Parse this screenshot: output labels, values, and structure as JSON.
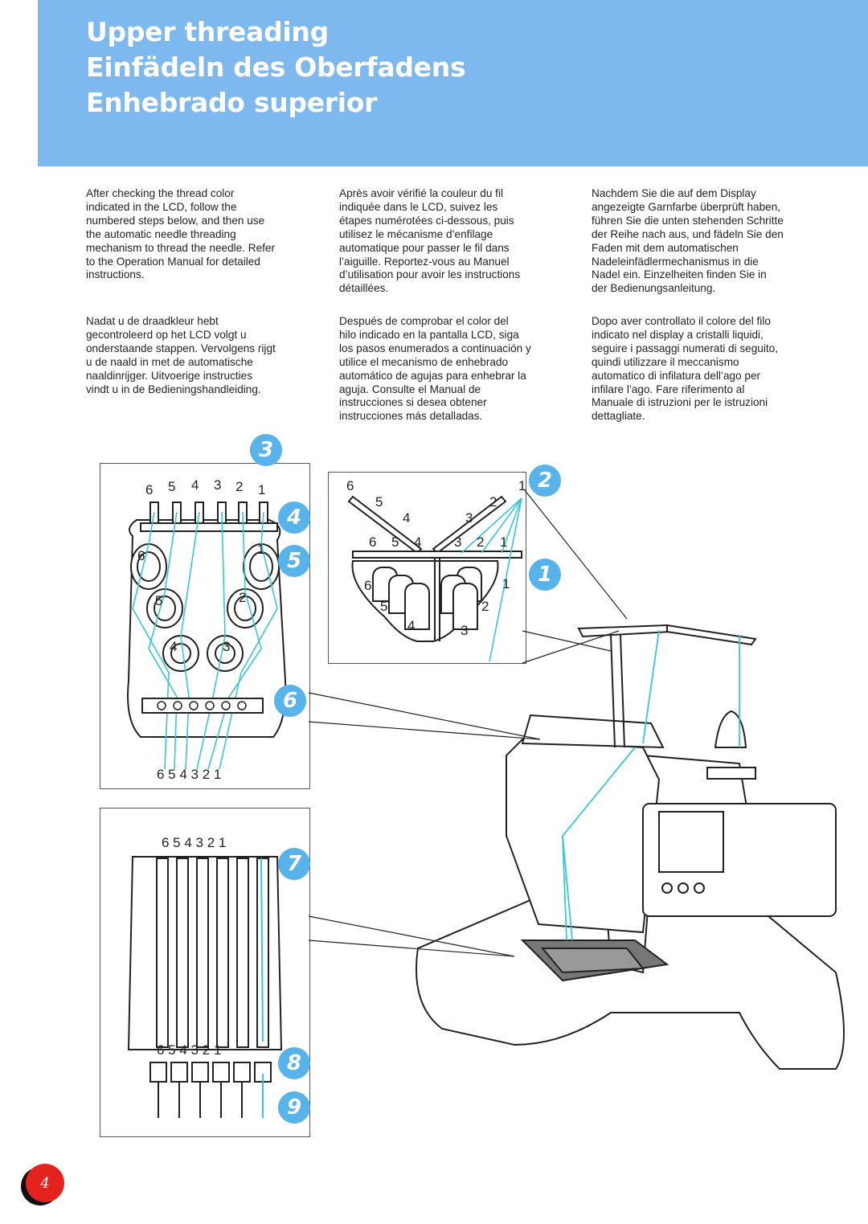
{
  "header": {
    "title_en": "Upper threading",
    "title_de": "Einfädeln des Oberfadens",
    "title_es": "Enhebrado superior"
  },
  "text": {
    "en": "After checking the thread color\nindicated in the LCD, follow the\nnumbered steps below, and then use\nthe automatic needle threading\nmechanism to thread the needle. Refer\nto the Operation Manual for detailed\ninstructions.",
    "fr": "Après avoir vérifié la couleur du fil\nindiquée dans le LCD, suivez les\nétapes numérotées ci-dessous, puis\nutilisez le mécanisme d’enfilage\nautomatique pour passer le fil dans\nl’aiguille. Reportez-vous au Manuel\nd’utilisation pour avoir les instructions\ndétaillées.",
    "de": "Nachdem Sie die auf dem Display\nangezeigte Garnfarbe überprüft haben,\nführen Sie die unten stehenden Schritte\nder Reihe nach aus, und fädeln Sie den\nFaden mit dem automatischen\nNadeleinfädlermechanismus in die\nNadel ein. Einzelheiten finden Sie in\nder Bedienungsanleitung.",
    "nl": "Nadat u de draadkleur hebt\ngecontroleerd op het LCD volgt u\nonderstaande stappen. Vervolgens rijgt\nu de naald in met de automatische\nnaaldinrijger. Uitvoerige instructies\nvindt u in de Bedieningshandleiding.",
    "es": "Después de comprobar el color del\nhilo indicado en la pantalla LCD, siga\nlos pasos enumerados a continuación y\nutilice el mecanismo de enhebrado\nautomático de agujas para enhebrar la\naguja. Consulte el Manual de\ninstrucciones si desea obtener\ninstrucciones más detalladas.",
    "it": "Dopo aver controllato il colore del filo\nindicato nel display a cristalli liquidi,\nseguire i passaggi numerati di seguito,\nquindi utilizzare il meccanismo\nautomatico di infilatura dell’ago per\ninfilare l’ago. Fare riferimento al\nManuale di istruzioni per le istruzioni\ndettagliate."
  },
  "steps": [
    "3",
    "4",
    "5",
    "2",
    "1",
    "6",
    "7",
    "8",
    "9"
  ],
  "panel_labels": {
    "top_row": [
      "6",
      "5",
      "4",
      "3",
      "2",
      "1"
    ],
    "bottom_row": "6 5 4 3 2 1",
    "spools": [
      "6",
      "1",
      "5",
      "2",
      "4",
      "3"
    ],
    "stand_top": [
      "6",
      "1",
      "5",
      "2",
      "4",
      "3"
    ],
    "stand_bar": [
      "6",
      "5",
      "4",
      "3",
      "2",
      "1"
    ],
    "stand_spools": [
      "6",
      "1",
      "5",
      "2",
      "4",
      "3"
    ],
    "needles_top": "6 5 4 3 2 1",
    "needles_bottom": "6 5 4 3 2 1"
  },
  "page_number": "4",
  "colors": {
    "header_bg": "#7db8ee",
    "step_badge": "#57b3ea",
    "thread": "#38c7d9",
    "page_badge": "#e4231e"
  }
}
